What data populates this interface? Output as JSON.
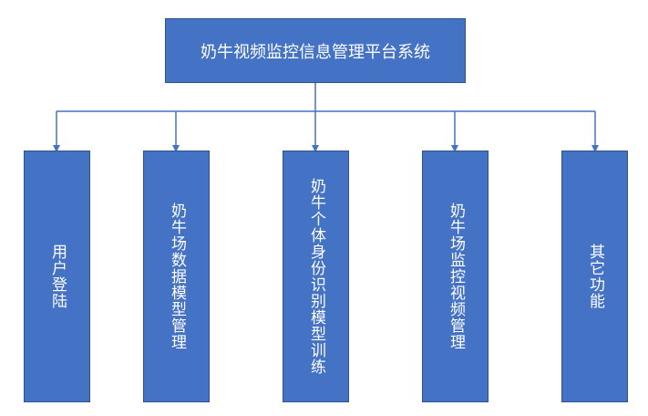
{
  "root": {
    "label": "奶牛视频监控信息管理平台系统"
  },
  "children": [
    {
      "label": "用户登陆"
    },
    {
      "label": "奶牛场数据模型管理"
    },
    {
      "label": "奶牛个体身份识别模型训练"
    },
    {
      "label": "奶牛场监控视频管理"
    },
    {
      "label": "其它功能"
    }
  ],
  "colors": {
    "box_fill": "#4472C4",
    "box_border": "#2F528F",
    "text": "#FFFFFF",
    "connector": "#4472C4"
  }
}
